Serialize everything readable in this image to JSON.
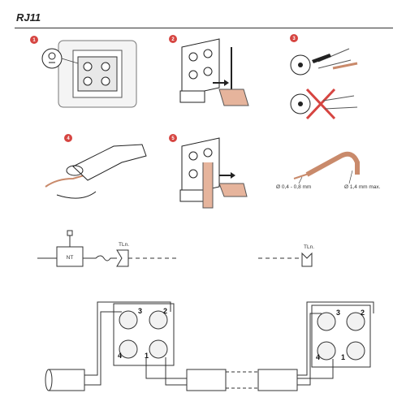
{
  "title": "RJ11",
  "steps": [
    "1",
    "2",
    "3",
    "4",
    "5"
  ],
  "wire_gauge": {
    "diameter_range": "Ø 0,4 - 0,8 mm",
    "insulation_max": "Ø 1,4 mm max."
  },
  "line_diagram": {
    "nt_label": "NT",
    "tln_left": "TLn.",
    "tln_right": "TLn."
  },
  "wiring_pins": {
    "top_left": "3",
    "top_right": "2",
    "bottom_left": "4",
    "bottom_right": "1"
  },
  "colors": {
    "step_badge": "#d64541",
    "copper": "#c98a6b",
    "cross": "#d64541",
    "line": "#333333",
    "fill_light": "#f2f2f2"
  }
}
